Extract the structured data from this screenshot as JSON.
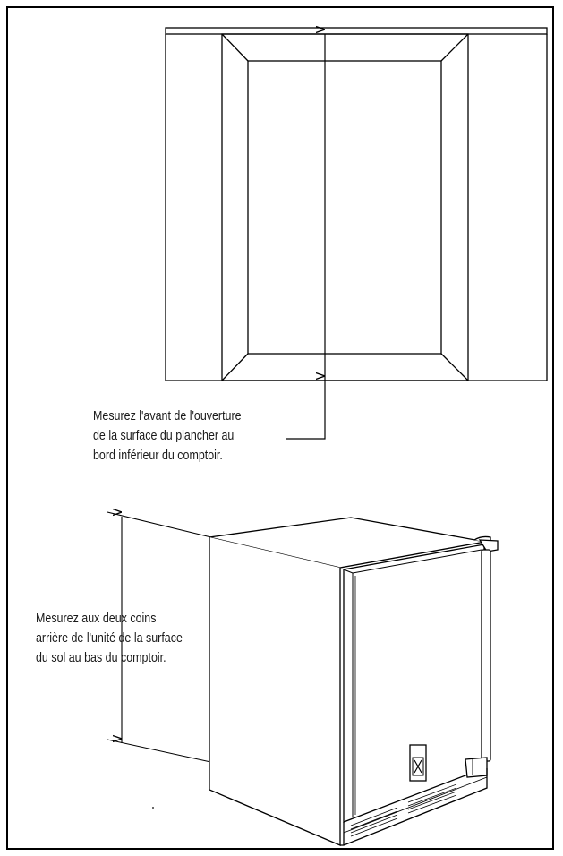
{
  "captions": {
    "opening": [
      "Mesurez l'avant de l'ouverture",
      "de la surface du plancher au",
      "bord inférieur du comptoir."
    ],
    "unit": [
      "Mesurez aux deux coins",
      "arrière de l'unité de la surface",
      "du sol au bas du comptoir."
    ]
  },
  "colors": {
    "line": "#000000",
    "background": "#ffffff"
  },
  "icons": {
    "arrow": "arrowhead",
    "logo": "brand-logo-plaque"
  }
}
